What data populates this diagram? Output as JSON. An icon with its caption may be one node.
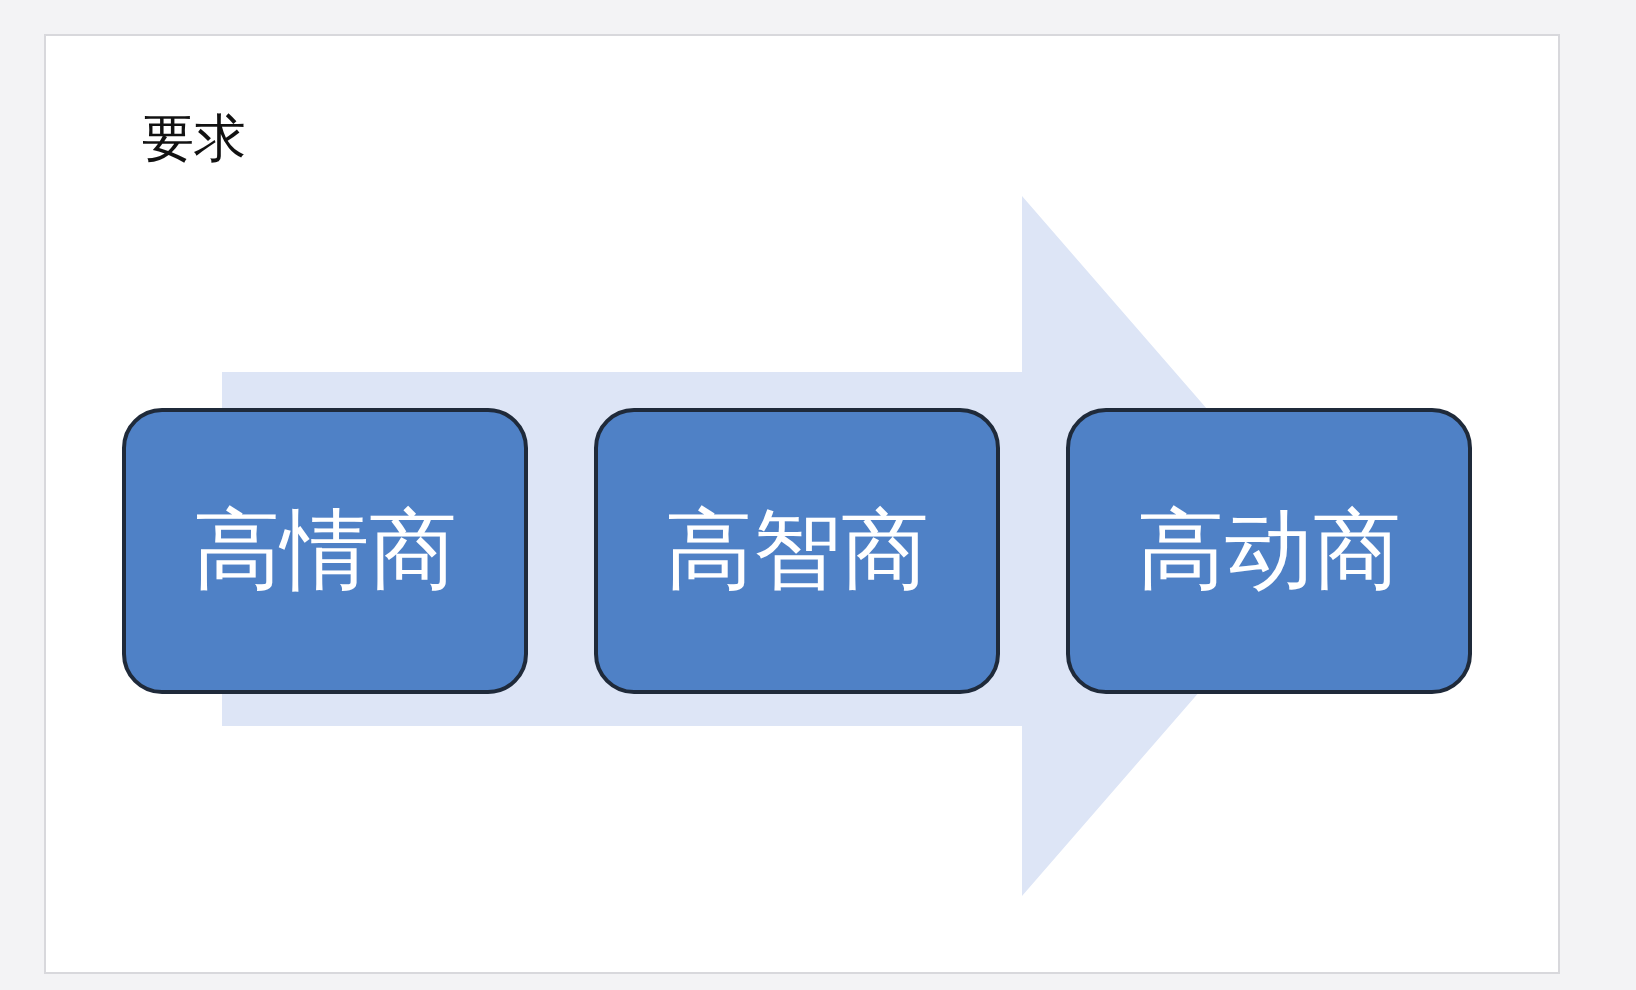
{
  "diagram": {
    "title": "要求",
    "nodes": [
      {
        "text": [
          "高情商"
        ]
      },
      {
        "text": [
          "高智商"
        ]
      },
      {
        "text": [
          "高动商"
        ]
      }
    ],
    "edges": [
      {
        "from": 0,
        "to": 2,
        "arrow": "to"
      }
    ]
  }
}
